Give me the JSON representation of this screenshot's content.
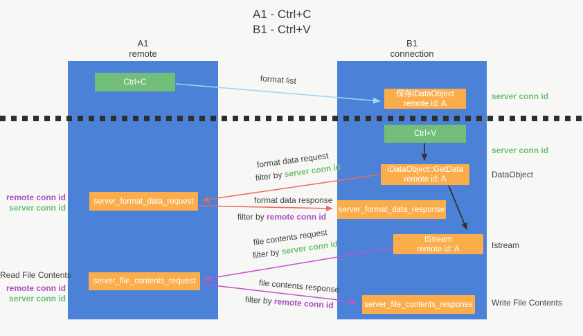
{
  "title": {
    "line1": "A1 - Ctrl+C",
    "line2": "B1 - Ctrl+V"
  },
  "lanes": {
    "left": {
      "header": "A1",
      "subheader": "remote"
    },
    "right": {
      "header": "B1",
      "subheader": "connection"
    }
  },
  "nodes": {
    "ctrl_c": {
      "label": "Ctrl+C"
    },
    "save_idataobject": {
      "line1": "保存IDataObject",
      "line2": "remote id: A"
    },
    "ctrl_v": {
      "label": "Ctrl+V"
    },
    "getdata": {
      "line1": "IDataObject::GetData",
      "line2": "remote id: A"
    },
    "server_format_data_request": {
      "label": "server_format_data_request"
    },
    "server_format_data_response": {
      "label": "server_format_data_response"
    },
    "istream": {
      "line1": "IStream",
      "line2": "remote id: A"
    },
    "server_file_contents_request": {
      "label": "server_file_contents_request"
    },
    "server_file_contents_response": {
      "label": "server_file_contents_response"
    }
  },
  "edge_labels": {
    "format_list": "format list",
    "format_data_request": "format data request",
    "format_data_response": "format data response",
    "file_contents_request": "file contents request",
    "file_contents_response": "file contents response",
    "filter_by": "filter by ",
    "server_conn_id": "server conn id",
    "remote_conn_id": "remote conn id"
  },
  "side_labels": {
    "left": {
      "remote_conn_id": "remote conn id",
      "server_conn_id": "server conn id",
      "read_file_contents": "Read File Contents"
    },
    "right": {
      "server_conn_id_top": "server conn id",
      "server_conn_id_mid": "server conn id",
      "dataobject": "DataObject",
      "istream": "Istream",
      "write_file_contents": "Write File Contents"
    }
  },
  "colors": {
    "background": "#F7F7F5",
    "lane_blue": "#4B81D6",
    "node_green": "#71BD79",
    "node_orange": "#FBAD4B",
    "arrow_light_blue": "#A9D3F0",
    "arrow_red": "#EC6A5E",
    "arrow_magenta": "#C353C9",
    "arrow_black": "#333333",
    "text_green": "#6CBF74",
    "text_purple": "#AB4FC3"
  }
}
